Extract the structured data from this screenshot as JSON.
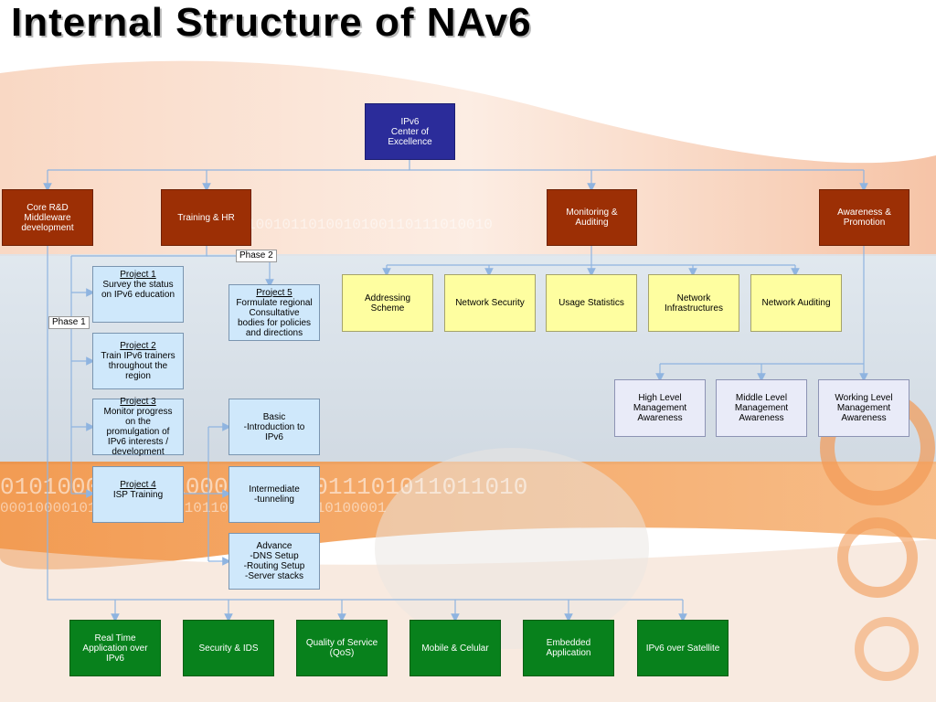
{
  "title": "Internal Structure of NAv6",
  "center": "IPv6\nCenter of\nExcellence",
  "divisions": {
    "core": "Core R&D\nMiddleware\ndevelopment",
    "training": "Training & HR",
    "monitoring": "Monitoring &\nAuditing",
    "awareness": "Awareness &\nPromotion"
  },
  "phases": {
    "phase1": "Phase 1",
    "phase2": "Phase 2"
  },
  "projects": [
    {
      "title": "Project 1",
      "desc": "Survey the status\non IPv6 education"
    },
    {
      "title": "Project 2",
      "desc": "Train IPv6 trainers\nthroughout the\nregion"
    },
    {
      "title": "Project 3",
      "desc": "Monitor progress\non the\npromulgation of\nIPv6 interests /\ndevelopment"
    },
    {
      "title": "Project 4",
      "desc": "ISP Training"
    },
    {
      "title": "Project 5",
      "desc": "Formulate regional\nConsultative\nbodies for policies\nand directions"
    }
  ],
  "training_levels": [
    "Basic\n-Introduction to\nIPv6",
    "Intermediate\n-tunneling",
    "Advance\n-DNS Setup\n-Routing Setup\n-Server stacks"
  ],
  "monitoring_items": [
    "Addressing\nScheme",
    "Network Security",
    "Usage Statistics",
    "Network\nInfrastructures",
    "Network Auditing"
  ],
  "awareness_levels": [
    "High Level\nManagement\nAwareness",
    "Middle Level\nManagement\nAwareness",
    "Working Level\nManagement\nAwareness"
  ],
  "core_items": [
    "Real Time\nApplication over\nIPv6",
    "Security & IDS",
    "Quality of Service\n(QoS)",
    "Mobile & Celular",
    "Embedded\nApplication",
    "IPv6 over Satellite"
  ],
  "colors": {
    "navy": "#2b2c9a",
    "brown": "#9c2f05",
    "light_blue": "#cfe8fb",
    "yellow": "#fefea0",
    "lavender": "#e9ebf8",
    "green": "#08811c",
    "connector": "#8fb4e0"
  }
}
